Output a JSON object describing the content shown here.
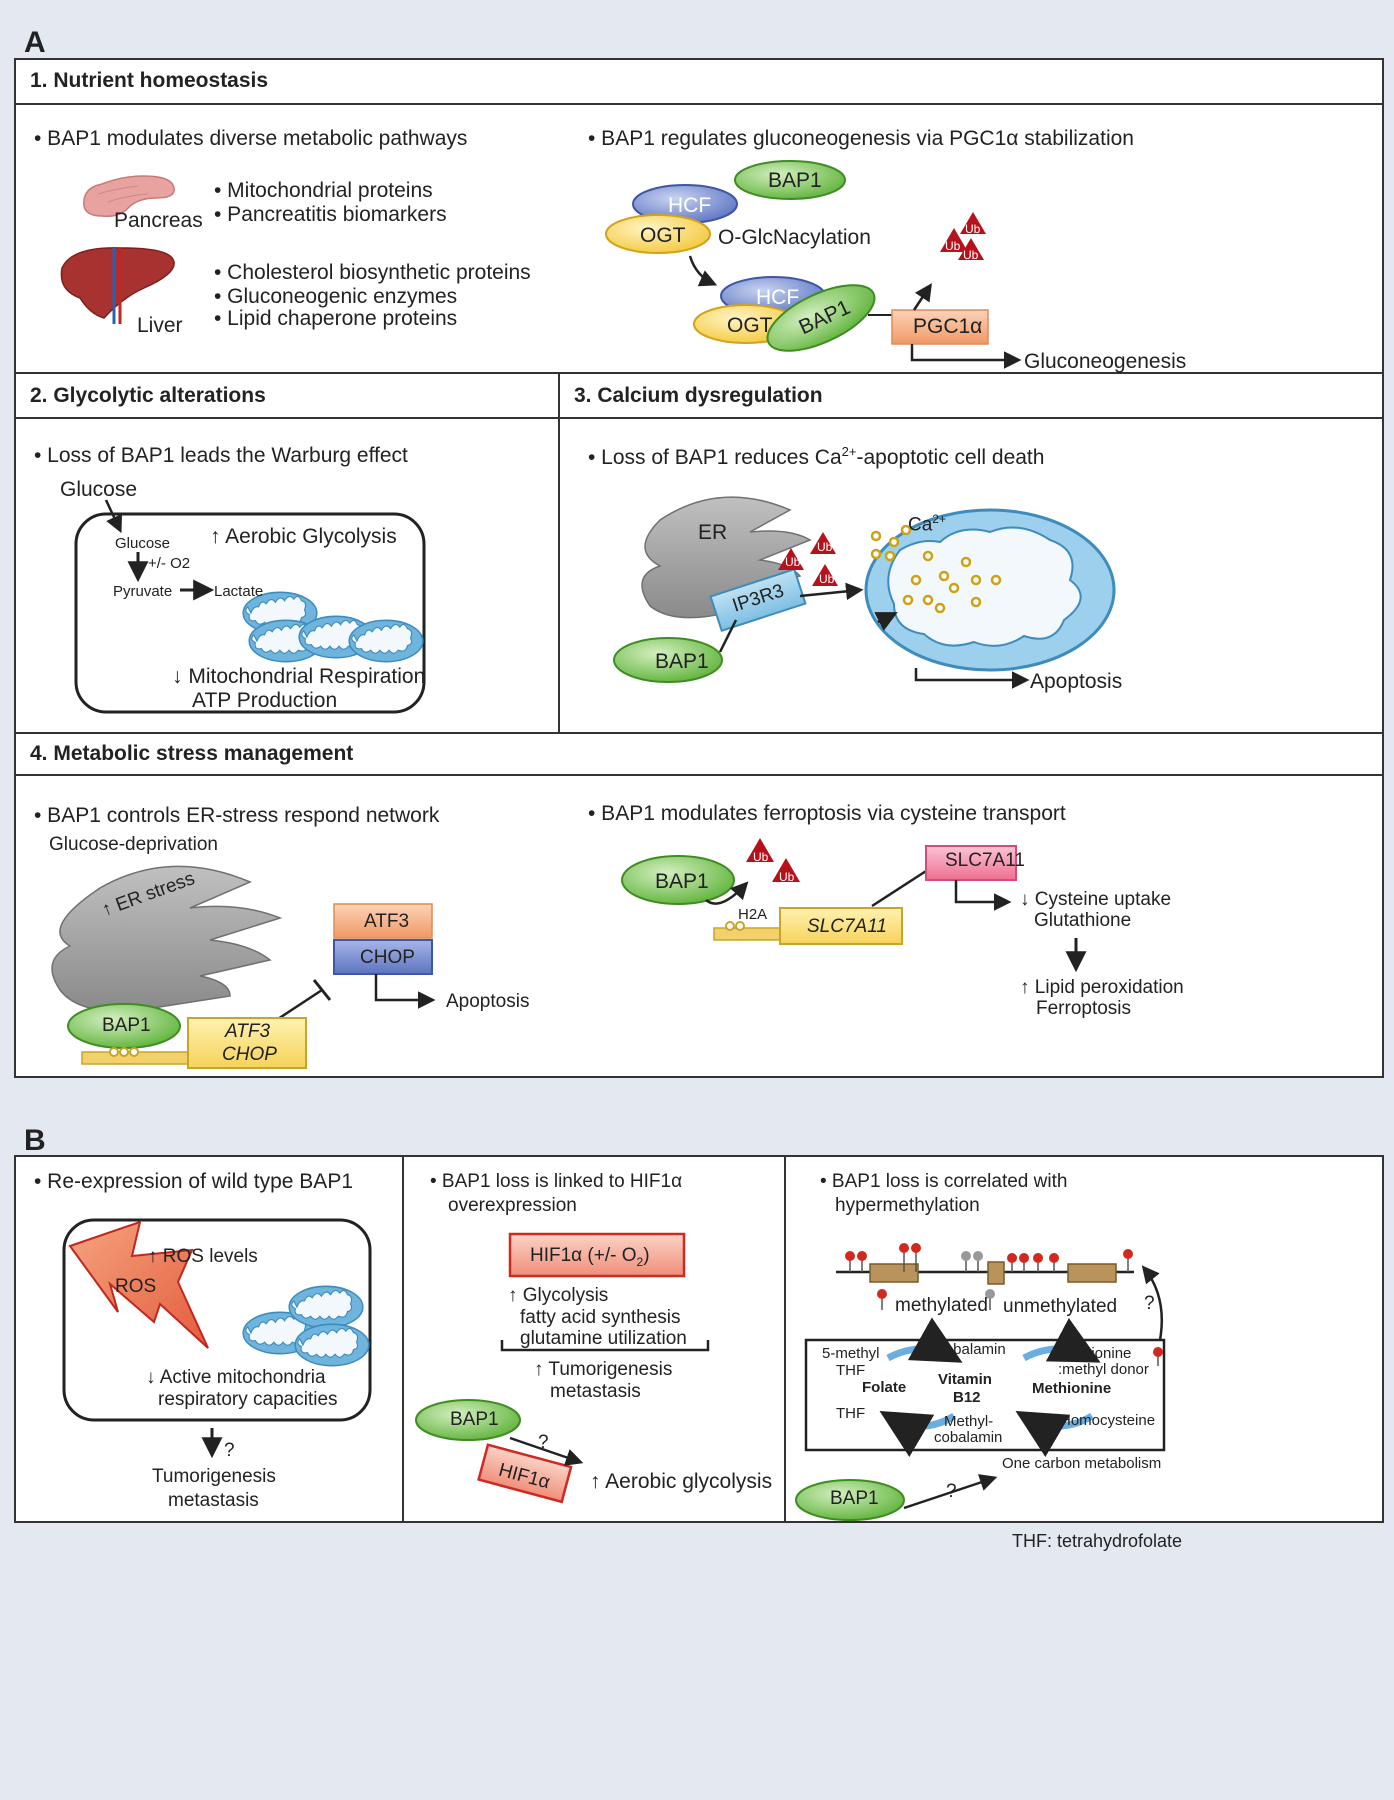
{
  "panel_a": {
    "label": "A",
    "s1": {
      "title": "1. Nutrient homeostasis",
      "left_bullet": "• BAP1 modulates diverse metabolic pathways",
      "pancreas": "Pancreas",
      "liver": "Liver",
      "pancreas_items": [
        "• Mitochondrial proteins",
        "• Pancreatitis biomarkers"
      ],
      "liver_items": [
        "• Cholesterol biosynthetic proteins",
        "• Gluconeogenic enzymes",
        "• Lipid chaperone proteins"
      ],
      "right_bullet": "• BAP1 regulates gluconeogenesis via PGC1α stabilization",
      "hcf": "HCF",
      "ogt": "OGT",
      "bap1": "BAP1",
      "oglc": "O-GlcNacylation",
      "ub": "Ub",
      "pgc1a": "PGC1α",
      "gluconeogenesis": "Gluconeogenesis"
    },
    "s2": {
      "title": "2. Glycolytic alterations",
      "bullet": "• Loss of BAP1 leads the Warburg effect",
      "glucose_out": "Glucose",
      "glucose_in": "Glucose",
      "o2": "+/- O2",
      "pyruvate": "Pyruvate",
      "lactate": "Lactate",
      "aerobic": "↑ Aerobic Glycolysis",
      "mito_resp": "↓ Mitochondrial Respiration",
      "atp": "ATP Production"
    },
    "s3": {
      "title": "3. Calcium dysregulation",
      "bullet_pre": "• Loss of BAP1 reduces Ca",
      "bullet_sup": "2+",
      "bullet_post": "-apoptotic cell death",
      "er": "ER",
      "ub": "Ub",
      "ip3r3": "IP3R3",
      "bap1": "BAP1",
      "ca": "Ca",
      "ca_sup": "2+",
      "apoptosis": "Apoptosis"
    },
    "s4": {
      "title": "4. Metabolic stress management",
      "left_bullet": "• BAP1 controls ER-stress respond network",
      "glucose_dep": "Glucose-deprivation",
      "er_stress": "↑ ER stress",
      "atf3": "ATF3",
      "chop": "CHOP",
      "apoptosis": "Apoptosis",
      "bap1": "BAP1",
      "gene_atf3": "ATF3",
      "gene_chop": "CHOP",
      "right_bullet": "• BAP1 modulates ferroptosis via cysteine transport",
      "bap1_r": "BAP1",
      "ub": "Ub",
      "h2a": "H2A",
      "slc_gene": "SLC7A11",
      "slc_prot": "SLC7A11",
      "cys": "↓ Cysteine uptake",
      "glut": "Glutathione",
      "lipid": "↑ Lipid peroxidation",
      "ferro": "Ferroptosis"
    }
  },
  "panel_b": {
    "label": "B",
    "c1": {
      "bullet": "• Re-expression of wild type BAP1",
      "ros": "ROS",
      "ros_levels": "↑ ROS levels",
      "active_mito": "↓ Active mitochondria",
      "resp_cap": "respiratory capacities",
      "q": "?",
      "tumor": "Tumorigenesis",
      "meta": "metastasis"
    },
    "c2": {
      "bullet1": "• BAP1 loss is linked to HIF1α",
      "bullet2": "overexpression",
      "hif_box_pre": "HIF1α (+/- O",
      "hif_box_sub": "2",
      "hif_box_post": ")",
      "glyco": "↑ Glycolysis",
      "fas": "fatty acid synthesis",
      "glut": "glutamine utilization",
      "tumor": "↑ Tumorigenesis",
      "meta": "metastasis",
      "bap1": "BAP1",
      "q": "?",
      "hif_tilt": "HIF1α",
      "aerobic": "↑ Aerobic glycolysis"
    },
    "c3": {
      "bullet1": "• BAP1 loss is correlated with",
      "bullet2": "hypermethylation",
      "methylated": "methylated",
      "unmethylated": "unmethylated",
      "q1": "?",
      "five_methyl": "5-methyl",
      "thf1": "THF",
      "folate": "Folate",
      "thf2": "THF",
      "cobalamin": "Cobalamin",
      "vitb12a": "Vitamin",
      "vitb12b": "B12",
      "methylcob1": "Methyl-",
      "methylcob2": "cobalamin",
      "methionine_donor1": "Methionine",
      "methionine_donor2": ":methyl donor",
      "methionine": "Methionine",
      "homocysteine": "Homocysteine",
      "one_carbon": "One carbon metabolism",
      "bap1": "BAP1",
      "q2": "?"
    },
    "footnote": "THF: tetrahydrofolate"
  },
  "colors": {
    "bap1_green": "#6dbd45",
    "hcf_blue": "#6f86c9",
    "ogt_yellow": "#f6d35c",
    "pgc_orange": "#f4a77a",
    "ub_red": "#b5121b",
    "mito_blue": "#6fb4dc",
    "er_gray": "#9a9a9a",
    "slc_pink": "#f07c9c",
    "hif_red": "#e8534a"
  }
}
